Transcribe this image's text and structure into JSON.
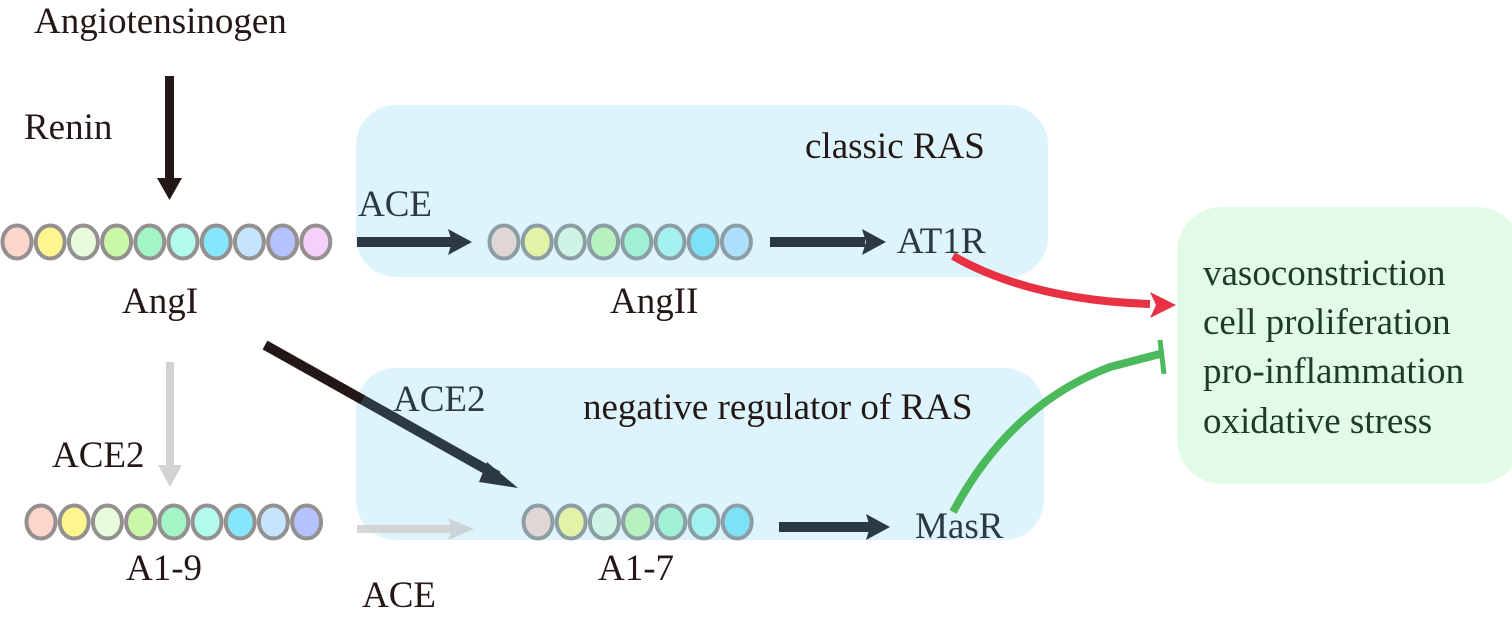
{
  "labels": {
    "angiotensinogen": "Angiotensinogen",
    "renin": "Renin",
    "angI": "AngI",
    "angII": "AngII",
    "a19": "A1-9",
    "a17": "A1-7",
    "ace_top": "ACE",
    "ace_bottom": "ACE",
    "ace2_left": "ACE2",
    "ace2_diag": "ACE2",
    "at1r": "AT1R",
    "masr": "MasR",
    "classic_ras": "classic RAS",
    "negative_regulator": "negative regulator of RAS"
  },
  "effects": [
    "vasoconstriction",
    "cell proliferation",
    "pro-inflammation",
    "oxidative stress"
  ],
  "peptides": {
    "angI": [
      "#ffd6cc",
      "#fff68f",
      "#e8fcdc",
      "#c9f9a8",
      "#a3f5c8",
      "#b0fbee",
      "#86e6fb",
      "#c4e4ff",
      "#b4c2ff",
      "#f4d0fb"
    ],
    "angII": [
      "#e0d6d6",
      "#e2f2a6",
      "#cdf4e4",
      "#b5f2c0",
      "#9ff0d4",
      "#a4f2f0",
      "#7de2f8",
      "#ace0fc"
    ],
    "a19": [
      "#ffd6cc",
      "#fff68f",
      "#e8fcdc",
      "#c9f9a8",
      "#a3f5c8",
      "#b0fbee",
      "#86e6fb",
      "#c4e4ff",
      "#b4c2ff"
    ],
    "a17": [
      "#e0d6d6",
      "#e2f2a6",
      "#cdf4e4",
      "#b5f2c0",
      "#9ff0d4",
      "#a4f2f0",
      "#7de2f8"
    ]
  },
  "colors": {
    "box_blue": "#ddf4fc",
    "box_green": "#e2fbe6",
    "arrow_dark": "#2b3a42",
    "arrow_black": "#231815",
    "arrow_gray": "#d3d3d3",
    "activate_red": "#e83143",
    "inhibit_green": "#4cba5c",
    "bead_outline_gray": "#959090",
    "bead_outline_blue": "#8c9ea4"
  }
}
